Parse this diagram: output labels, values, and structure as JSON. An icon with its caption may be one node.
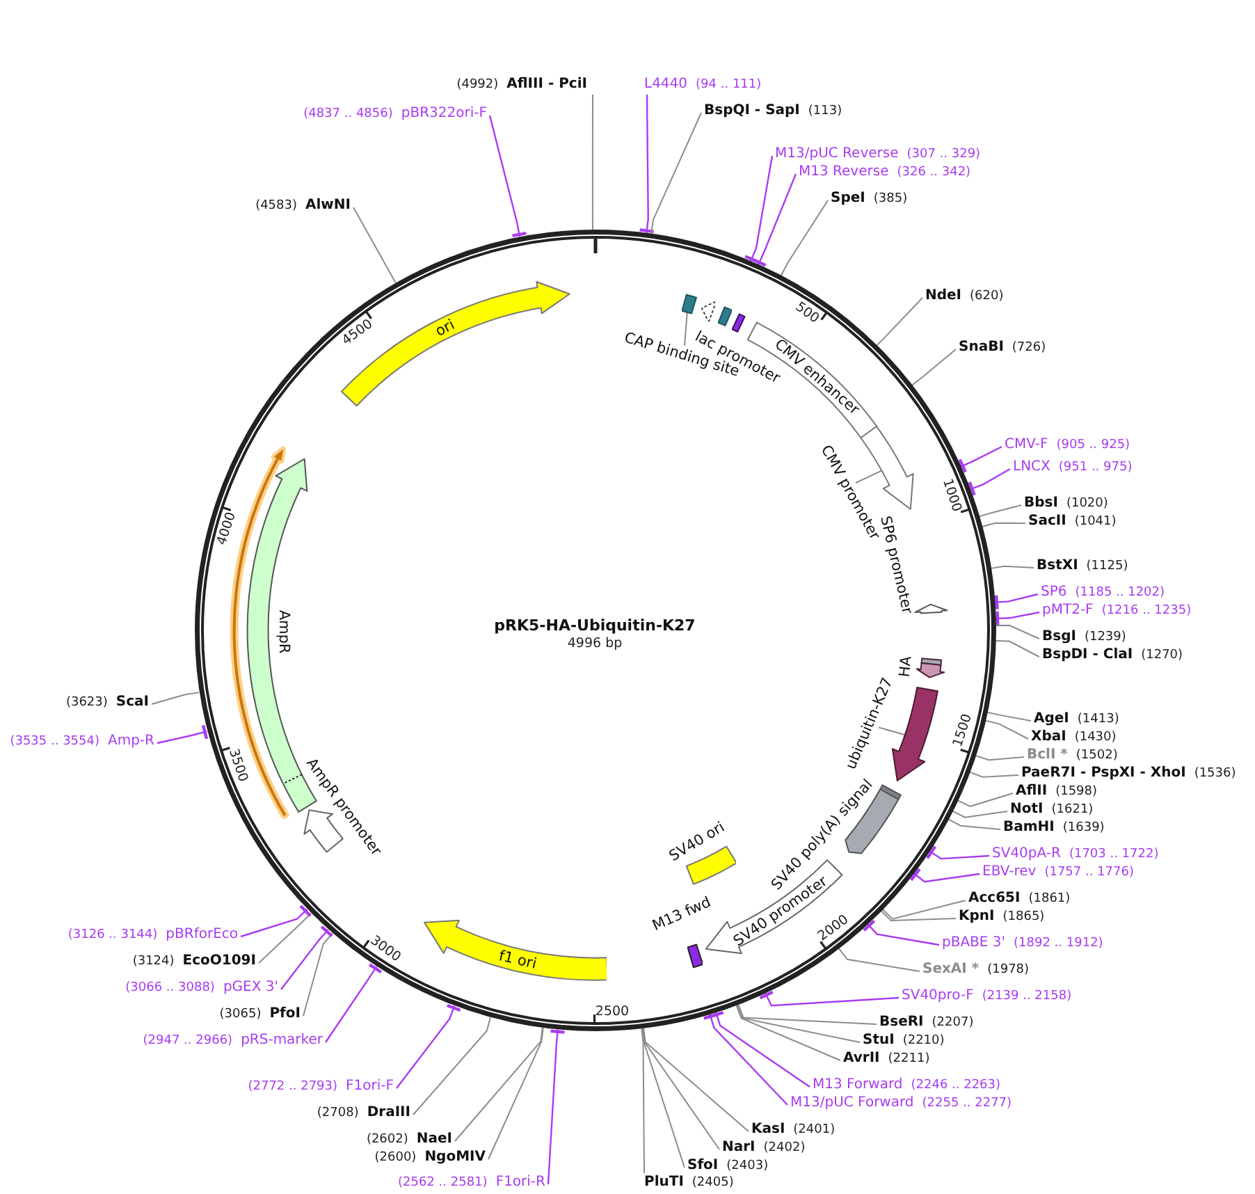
{
  "diagram": {
    "nodes": [
      {
        "text": [
          "pRK5-HA-Ubiquitin-K27",
          "4996 bp"
        ]
      },
      {
        "text": [
          "CAP binding site"
        ],
        "in": 0
      },
      {
        "text": [],
        "shape": "box",
        "in": 0
      },
      {
        "text": [],
        "shape": "arrow",
        "in": 0
      },
      {
        "text": [],
        "shape": "box",
        "in": 0
      },
      {
        "text": [],
        "shape": "box",
        "in": 0
      },
      {
        "text": [
          "CMV enhancer"
        ],
        "in": 0
      },
      {
        "text": [
          "CMV promoter"
        ],
        "in": 0
      },
      {
        "text": [],
        "shape": "arrow",
        "in": 0
      },
      {
        "text": [
          "SP6 promoter"
        ],
        "in": 0
      },
      {
        "text": [
          "HA"
        ],
        "in": 0
      },
      {
        "text": [
          "ubiquitin-K27"
        ],
        "in": 0
      },
      {
        "text": [],
        "shape": "arrow",
        "in": 0
      },
      {
        "text": [
          "SV40 poly(A) signal"
        ],
        "in": 0
      },
      {
        "text": [
          "SV40 promoter"
        ],
        "in": 0
      },
      {
        "text": [
          "SV40 ori"
        ],
        "in": 0
      },
      {
        "text": [],
        "shape": "box",
        "in": 0
      },
      {
        "text": [
          "f1 ori"
        ],
        "in": 0
      },
      {
        "text": [
          "AmpR promoter"
        ],
        "in": 0
      },
      {
        "text": [
          "AmpR"
        ],
        "in": 0
      },
      {
        "text": [],
        "shape": "arrow",
        "in": 0
      },
      {
        "text": [
          "ori"
        ],
        "in": 0
      },
      {
        "text": [
          "L4440",
          "(94 .. 111)"
        ]
      },
      {
        "text": [
          "BspQI - SapI",
          "(113)"
        ]
      },
      {
        "text": [
          "M13/pUC Reverse",
          "(307 .. 329)"
        ]
      },
      {
        "text": [
          "M13 Reverse",
          "(326 .. 342)"
        ]
      },
      {
        "text": [
          "SpeI",
          "(385)"
        ]
      },
      {
        "text": [
          "NdeI",
          "(620)"
        ]
      },
      {
        "text": [
          "SnaBI",
          "(726)"
        ]
      },
      {
        "text": [
          "CMV-F",
          "(905 .. 925)"
        ]
      },
      {
        "text": [
          "LNCX",
          "(951 .. 975)"
        ]
      },
      {
        "text": [
          "BbsI",
          "(1020)"
        ]
      },
      {
        "text": [
          "SacII",
          "(1041)"
        ]
      },
      {
        "text": [
          "BstXI",
          "(1125)"
        ]
      },
      {
        "text": [
          "SP6",
          "(1185 .. 1202)"
        ]
      },
      {
        "text": [
          "pMT2-F",
          "(1216 .. 1235)"
        ]
      },
      {
        "text": [
          "BsgI",
          "(1239)"
        ]
      },
      {
        "text": [
          "BspDI - ClaI",
          "(1270)"
        ]
      },
      {
        "text": [
          "AgeI",
          "(1413)"
        ]
      },
      {
        "text": [
          "XbaI",
          "(1430)"
        ]
      },
      {
        "text": [
          "BclI *",
          "(1502)"
        ]
      },
      {
        "text": [
          "PaeR7I - PspXI - XhoI",
          "(1536)"
        ]
      },
      {
        "text": [
          "AflII",
          "(1598)"
        ]
      },
      {
        "text": [
          "NotI",
          "(1621)"
        ]
      },
      {
        "text": [
          "BamHI",
          "(1639)"
        ]
      },
      {
        "text": [
          "SV40pA-R",
          "(1703 .. 1722)"
        ]
      },
      {
        "text": [
          "EBV-rev",
          "(1757 .. 1776)"
        ]
      },
      {
        "text": [
          "Acc65I",
          "(1861)"
        ]
      },
      {
        "text": [
          "KpnI",
          "(1865)"
        ]
      },
      {
        "text": [
          "pBABE 3'",
          "(1892 .. 1912)"
        ]
      },
      {
        "text": [
          "SexAI *",
          "(1978)"
        ]
      },
      {
        "text": [
          "SV40pro-F",
          "(2139 .. 2158)"
        ]
      },
      {
        "text": [
          "BseRI",
          "(2207)"
        ]
      },
      {
        "text": [
          "StuI",
          "(2210)"
        ]
      },
      {
        "text": [
          "AvrII",
          "(2211)"
        ]
      },
      {
        "text": [
          "M13 Forward",
          "(2246 .. 2263)"
        ]
      },
      {
        "text": [
          "M13/pUC Forward",
          "(2255 .. 2277)"
        ]
      },
      {
        "text": [
          "KasI",
          "(2401)"
        ]
      },
      {
        "text": [
          "NarI",
          "(2402)"
        ]
      },
      {
        "text": [
          "SfoI",
          "(2403)"
        ]
      },
      {
        "text": [
          "PluTI",
          "(2405)"
        ]
      },
      {
        "text": [
          "(2562 .. 2581)",
          "F1ori-R"
        ]
      },
      {
        "text": [
          "(2600)",
          "NgoMIV"
        ]
      },
      {
        "text": [
          "(2602)",
          "NaeI"
        ]
      },
      {
        "text": [
          "(2708)",
          "DraIII"
        ]
      },
      {
        "text": [
          "(2772 .. 2793)",
          "F1ori-F"
        ]
      },
      {
        "text": [
          "(2947 .. 2966)",
          "pRS-marker"
        ]
      },
      {
        "text": [
          "(3065)",
          "PfoI"
        ]
      },
      {
        "text": [
          "(3066 .. 3088)",
          "pGEX 3'"
        ]
      },
      {
        "text": [
          "(3124)",
          "EcoO109I"
        ]
      },
      {
        "text": [
          "(3126 .. 3144)",
          "pBRforEco"
        ]
      },
      {
        "text": [
          "(3535 .. 3554)",
          "Amp-R"
        ]
      },
      {
        "text": [
          "(3623)",
          "ScaI"
        ]
      },
      {
        "text": [
          "(4583)",
          "AlwNI"
        ]
      },
      {
        "text": [
          "(4837 .. 4856)",
          "pBR322ori-F"
        ]
      },
      {
        "text": [
          "(4992)",
          "AflIII - PciI"
        ]
      }
    ],
    "edges": [
      {
        "from": 22,
        "to": 0,
        "arrow": "other",
        "color": "#a83cf0"
      },
      {
        "from": 23,
        "to": 0,
        "arrow": "none"
      },
      {
        "from": 24,
        "to": 0,
        "arrow": "other",
        "color": "#a83cf0"
      },
      {
        "from": 25,
        "to": 0,
        "arrow": "other",
        "color": "#a83cf0"
      },
      {
        "from": 26,
        "to": 0,
        "arrow": "none"
      },
      {
        "from": 27,
        "to": 0,
        "arrow": "none"
      },
      {
        "from": 28,
        "to": 0,
        "arrow": "none"
      },
      {
        "from": 29,
        "to": 0,
        "arrow": "other",
        "color": "#a83cf0"
      },
      {
        "from": 30,
        "to": 0,
        "arrow": "other",
        "color": "#a83cf0"
      },
      {
        "from": 31,
        "to": 0,
        "arrow": "none"
      },
      {
        "from": 32,
        "to": 0,
        "arrow": "none"
      },
      {
        "from": 33,
        "to": 0,
        "arrow": "none"
      },
      {
        "from": 34,
        "to": 0,
        "arrow": "other",
        "color": "#a83cf0"
      },
      {
        "from": 35,
        "to": 0,
        "arrow": "other",
        "color": "#a83cf0"
      },
      {
        "from": 36,
        "to": 0,
        "arrow": "none"
      },
      {
        "from": 37,
        "to": 0,
        "arrow": "none"
      },
      {
        "from": 38,
        "to": 0,
        "arrow": "none"
      },
      {
        "from": 39,
        "to": 0,
        "arrow": "none"
      },
      {
        "from": 40,
        "to": 0,
        "arrow": "none"
      },
      {
        "from": 41,
        "to": 0,
        "arrow": "none"
      },
      {
        "from": 42,
        "to": 0,
        "arrow": "none"
      },
      {
        "from": 43,
        "to": 0,
        "arrow": "none"
      },
      {
        "from": 44,
        "to": 0,
        "arrow": "none"
      },
      {
        "from": 45,
        "to": 0,
        "arrow": "other",
        "color": "#a83cf0"
      },
      {
        "from": 46,
        "to": 0,
        "arrow": "other",
        "color": "#a83cf0"
      },
      {
        "from": 47,
        "to": 0,
        "arrow": "none"
      },
      {
        "from": 48,
        "to": 0,
        "arrow": "none"
      },
      {
        "from": 49,
        "to": 0,
        "arrow": "other",
        "color": "#a83cf0"
      },
      {
        "from": 50,
        "to": 0,
        "arrow": "none"
      },
      {
        "from": 51,
        "to": 0,
        "arrow": "other",
        "color": "#a83cf0"
      },
      {
        "from": 52,
        "to": 0,
        "arrow": "none"
      },
      {
        "from": 53,
        "to": 0,
        "arrow": "none"
      },
      {
        "from": 54,
        "to": 0,
        "arrow": "none"
      },
      {
        "from": 55,
        "to": 0,
        "arrow": "other",
        "color": "#a83cf0"
      },
      {
        "from": 56,
        "to": 0,
        "arrow": "other",
        "color": "#a83cf0"
      },
      {
        "from": 57,
        "to": 0,
        "arrow": "none"
      },
      {
        "from": 58,
        "to": 0,
        "arrow": "none"
      },
      {
        "from": 59,
        "to": 0,
        "arrow": "none"
      },
      {
        "from": 60,
        "to": 0,
        "arrow": "none"
      },
      {
        "from": 61,
        "to": 0,
        "arrow": "other",
        "color": "#a83cf0"
      },
      {
        "from": 62,
        "to": 0,
        "arrow": "none"
      },
      {
        "from": 63,
        "to": 0,
        "arrow": "none"
      },
      {
        "from": 64,
        "to": 0,
        "arrow": "none"
      },
      {
        "from": 65,
        "to": 0,
        "arrow": "other",
        "color": "#a83cf0"
      },
      {
        "from": 66,
        "to": 0,
        "arrow": "other",
        "color": "#a83cf0"
      },
      {
        "from": 67,
        "to": 0,
        "arrow": "none"
      },
      {
        "from": 68,
        "to": 0,
        "arrow": "other",
        "color": "#a83cf0"
      },
      {
        "from": 69,
        "to": 0,
        "arrow": "none"
      },
      {
        "from": 70,
        "to": 0,
        "arrow": "other",
        "color": "#a83cf0"
      },
      {
        "from": 71,
        "to": 0,
        "arrow": "other",
        "color": "#a83cf0"
      },
      {
        "from": 72,
        "to": 0,
        "arrow": "none"
      },
      {
        "from": 73,
        "to": 0,
        "arrow": "none"
      },
      {
        "from": 74,
        "to": 0,
        "arrow": "other",
        "color": "#a83cf0"
      },
      {
        "from": 75,
        "to": 0,
        "arrow": "none"
      },
      {
        "from": 1,
        "to": 2,
        "arrow": "none"
      },
      {
        "from": 7,
        "to": 8,
        "arrow": "none"
      },
      {
        "from": 11,
        "to": 12,
        "arrow": "none"
      }
    ],
    "labels": [
      "500",
      "1000",
      "1500",
      "2000",
      "2500",
      "3000",
      "3500",
      "4000",
      "4500",
      "lac promoter",
      "M13 fwd"
    ]
  }
}
